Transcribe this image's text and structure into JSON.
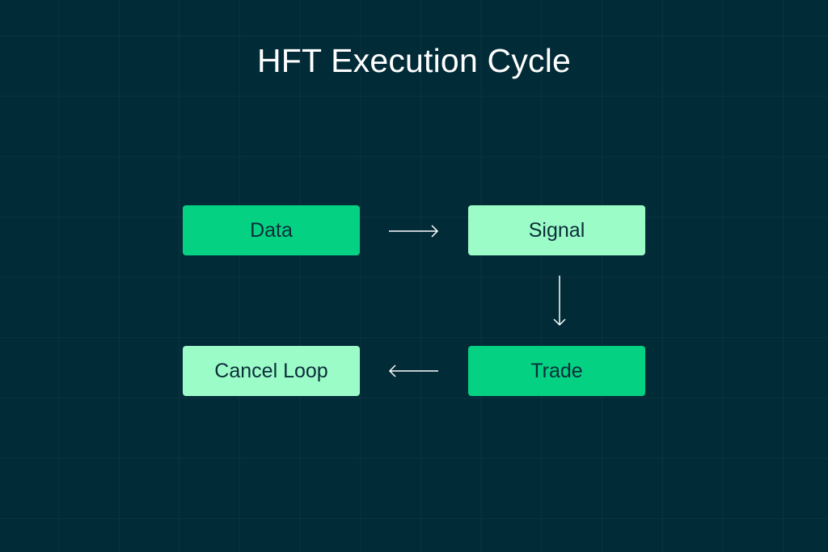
{
  "title": "HFT Execution Cycle",
  "colors": {
    "background": "#022b38",
    "node_primary": "#04d182",
    "node_secondary": "#9cfcc8",
    "node_text": "#0b2e3a",
    "arrow": "#ffffff"
  },
  "nodes": [
    {
      "id": "data",
      "label": "Data",
      "style": "primary"
    },
    {
      "id": "signal",
      "label": "Signal",
      "style": "secondary"
    },
    {
      "id": "trade",
      "label": "Trade",
      "style": "primary"
    },
    {
      "id": "cancel_loop",
      "label": "Cancel Loop",
      "style": "secondary"
    }
  ],
  "edges": [
    {
      "from": "data",
      "to": "signal",
      "direction": "right"
    },
    {
      "from": "signal",
      "to": "trade",
      "direction": "down"
    },
    {
      "from": "trade",
      "to": "cancel_loop",
      "direction": "left"
    }
  ]
}
